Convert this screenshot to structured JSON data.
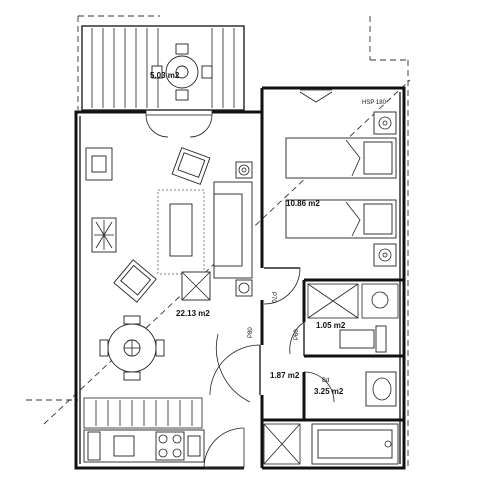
{
  "plan": {
    "rooms": [
      {
        "id": "terrace",
        "area": "5.03 m2"
      },
      {
        "id": "living",
        "area": "22.13 m2"
      },
      {
        "id": "bedroom",
        "area": "10.86 m2"
      },
      {
        "id": "wc",
        "area": "1.05 m2"
      },
      {
        "id": "hall",
        "area": "1.87 m2"
      },
      {
        "id": "bathroom",
        "area": "3.25 m2"
      }
    ],
    "labels": {
      "hsp": "HSP 180",
      "door_p70": "P70",
      "door_p80": "P80",
      "door_p60": "P60",
      "bath_mark": "Bd"
    }
  }
}
